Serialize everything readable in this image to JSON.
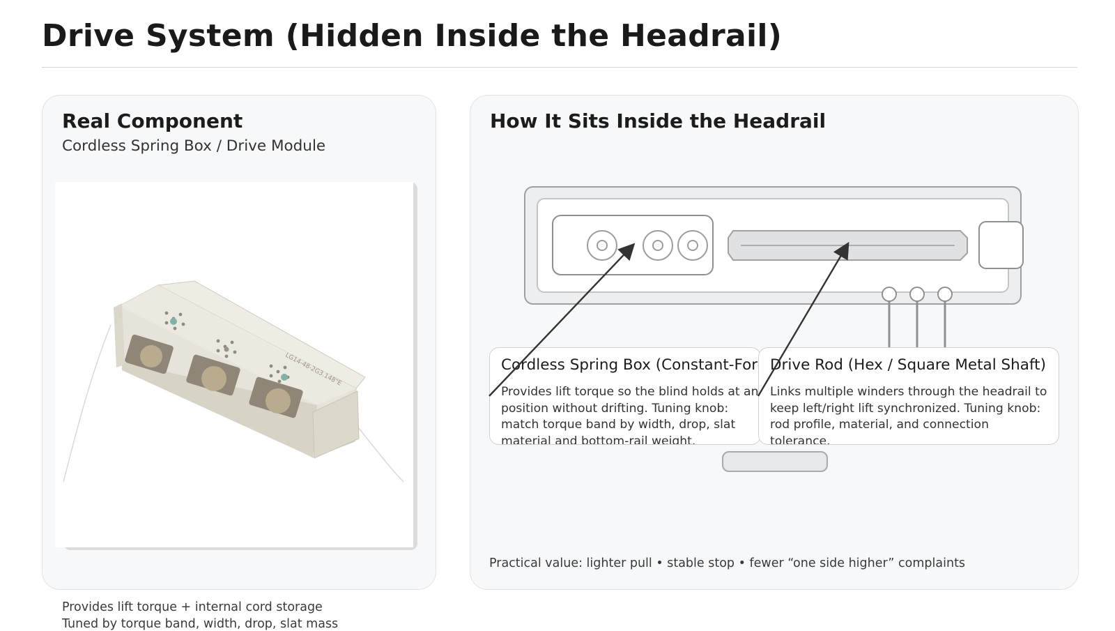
{
  "page": {
    "title": "Drive System (Hidden Inside the Headrail)"
  },
  "left_card": {
    "title": "Real Component",
    "subtitle": "Cordless Spring Box / Drive Module",
    "photo_label_text": "LG14-48-2G3.148\"E",
    "caption_line1": "Provides lift torque + internal cord storage",
    "caption_line2": "Tuned by torque band, width, drop, slat mass"
  },
  "right_card": {
    "title": "How It Sits Inside the Headrail",
    "callouts": [
      {
        "title": "Cordless Spring Box (Constant-Force)",
        "body": "Provides lift torque so the blind holds at any position without drifting. Tuning knob: match torque band by width, drop, slat material and bottom-rail weight."
      },
      {
        "title": "Drive Rod (Hex / Square Metal Shaft)",
        "body": "Links multiple winders through the headrail to keep left/right lift synchronized. Tuning knob: rod profile, material, and connection tolerance."
      }
    ],
    "practical_value": "Practical value: lighter pull • stable stop • fewer “one side higher” complaints"
  },
  "colors": {
    "card_bg": "#f7f8f9",
    "card_border": "#e0e2e4",
    "diagram_stroke": "#8a8d90",
    "arrow": "#333333"
  }
}
